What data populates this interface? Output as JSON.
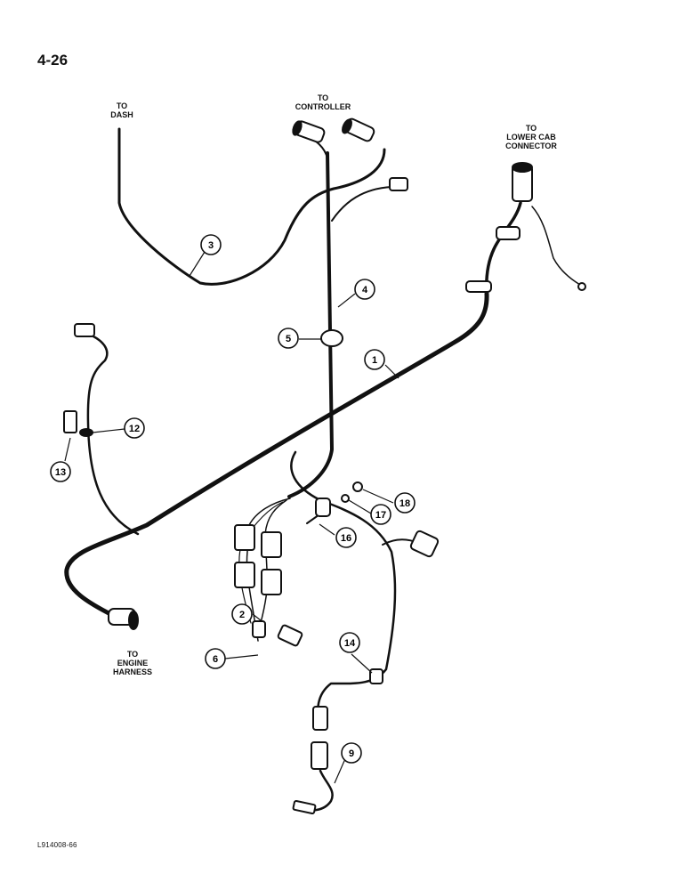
{
  "page_number": "4-26",
  "figure_code": "L914008-66",
  "labels": {
    "to_dash": [
      "TO",
      "DASH"
    ],
    "to_controller": [
      "TO",
      "CONTROLLER"
    ],
    "to_lower_cab": [
      "TO",
      "LOWER CAB",
      "CONNECTOR"
    ],
    "to_engine_harness": [
      "TO",
      "ENGINE",
      "HARNESS"
    ]
  },
  "callouts": {
    "c1": "1",
    "c2": "2",
    "c3": "3",
    "c4": "4",
    "c5": "5",
    "c6": "6",
    "c9": "9",
    "c12": "12",
    "c13": "13",
    "c14": "14",
    "c16": "16",
    "c17": "17",
    "c18": "18"
  }
}
